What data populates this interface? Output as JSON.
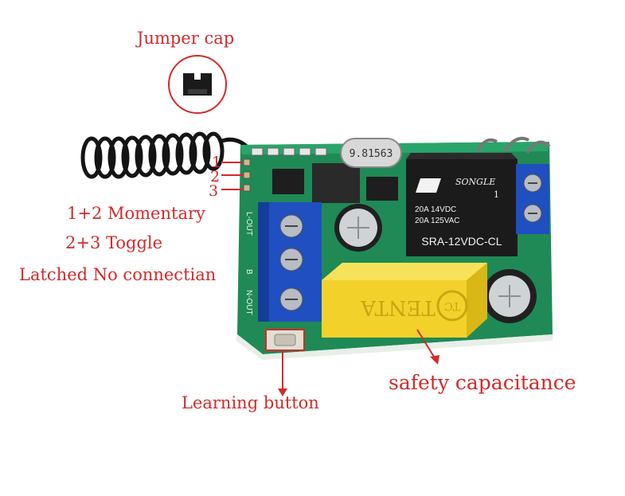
{
  "labels": {
    "jumper_cap": "Jumper cap",
    "pin1": "1",
    "pin2": "2",
    "pin3": "3",
    "momentary": "1+2 Momentary",
    "toggle": "2+3 Toggle",
    "latched": "Latched No connectian",
    "safety": "safety capacitance",
    "learning": "Learning button"
  },
  "board_text": {
    "crystal": "9.81563",
    "relay_brand": "SONGLE",
    "relay_num": "1",
    "relay_rating1": "20A 14VDC",
    "relay_rating2": "20A 125VAC",
    "relay_model": "SRA-12VDC-CL",
    "cap_brand": "TENTA",
    "cap_logo": "TC",
    "silk1": "L-OUT",
    "silk2": "B",
    "silk3": "N-OUT"
  },
  "colors": {
    "label": "#d42a2a",
    "pcb": "#1f8a55",
    "relay": "#1b1b1b",
    "terminal": "#1f4fc0",
    "capacitor": "#f2d22a"
  }
}
